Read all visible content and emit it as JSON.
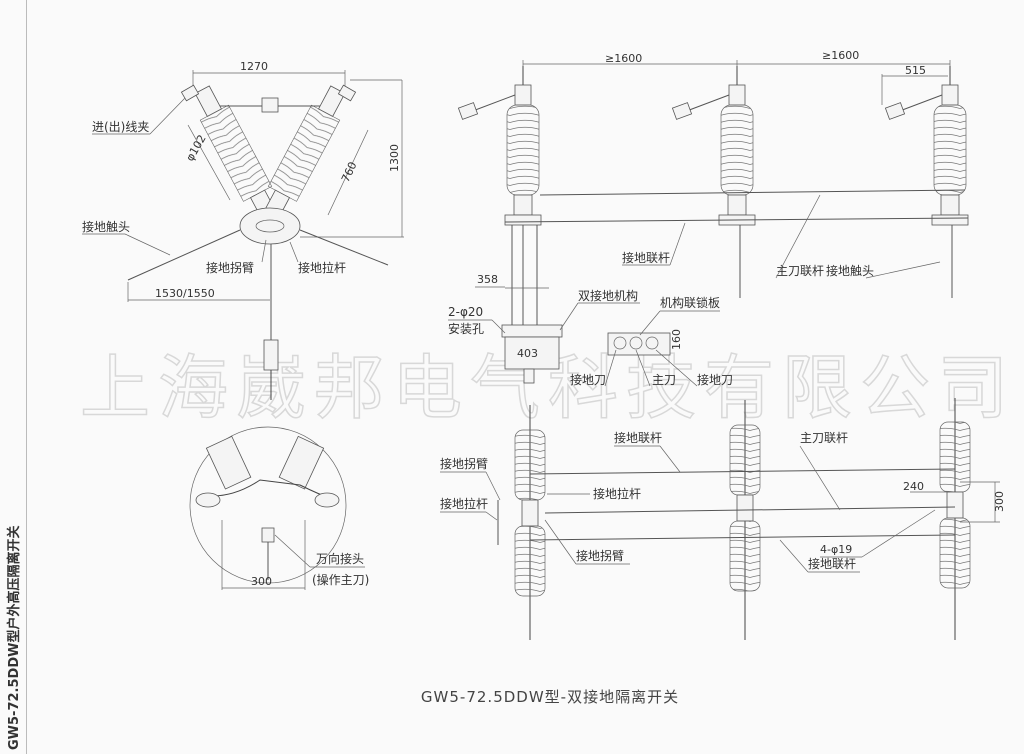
{
  "side_title": "GW5-72.5DDW型户外高压隔离开关",
  "bottom_title": "GW5-72.5DDW型-双接地隔离开关",
  "watermark": "上海崴邦电气科技有限公司",
  "front_view": {
    "labels": {
      "terminal_clamp": "进(出)线夹",
      "ground_contact": "接地触头",
      "ground_crank_arm": "接地拐臂",
      "ground_pull_rod": "接地拉杆"
    },
    "dims": {
      "top_width": "1270",
      "height": "1300",
      "insulator_length": "760",
      "diameter": "φ102",
      "base_span": "1530/1550"
    }
  },
  "detail_view": {
    "labels": {
      "universal_joint": "万向接头",
      "operate_main_blade": "(操作主刀)"
    },
    "dims": {
      "width": "300"
    }
  },
  "side_view": {
    "labels": {
      "ground_link_rod": "接地联杆",
      "main_blade_link_rod": "主刀联杆",
      "ground_contact": "接地触头",
      "double_ground_mechanism": "双接地机构",
      "mounting_holes_spec": "2-φ20",
      "mounting_holes": "安装孔",
      "interlock_plate": "机构联锁板",
      "ground_blade_left": "接地刀",
      "main_blade": "主刀",
      "ground_blade_right": "接地刀"
    },
    "dims": {
      "phase_spacing_1": "≥1600",
      "phase_spacing_2": "≥1600",
      "arm_length": "515",
      "mech_width": "358",
      "mech_base": "403",
      "plate_height": "160"
    }
  },
  "top_view": {
    "labels": {
      "ground_link_rod_top": "接地联杆",
      "main_blade_link_rod": "主刀联杆",
      "ground_crank_arm_top": "接地拐臂",
      "ground_pull_rod_left": "接地拉杆",
      "ground_pull_rod_mid": "接地拉杆",
      "ground_crank_arm_bottom": "接地拐臂",
      "ground_link_rod_bottom": "接地联杆",
      "holes_spec": "4-φ19"
    },
    "dims": {
      "width_240": "240",
      "height_300": "300"
    }
  }
}
